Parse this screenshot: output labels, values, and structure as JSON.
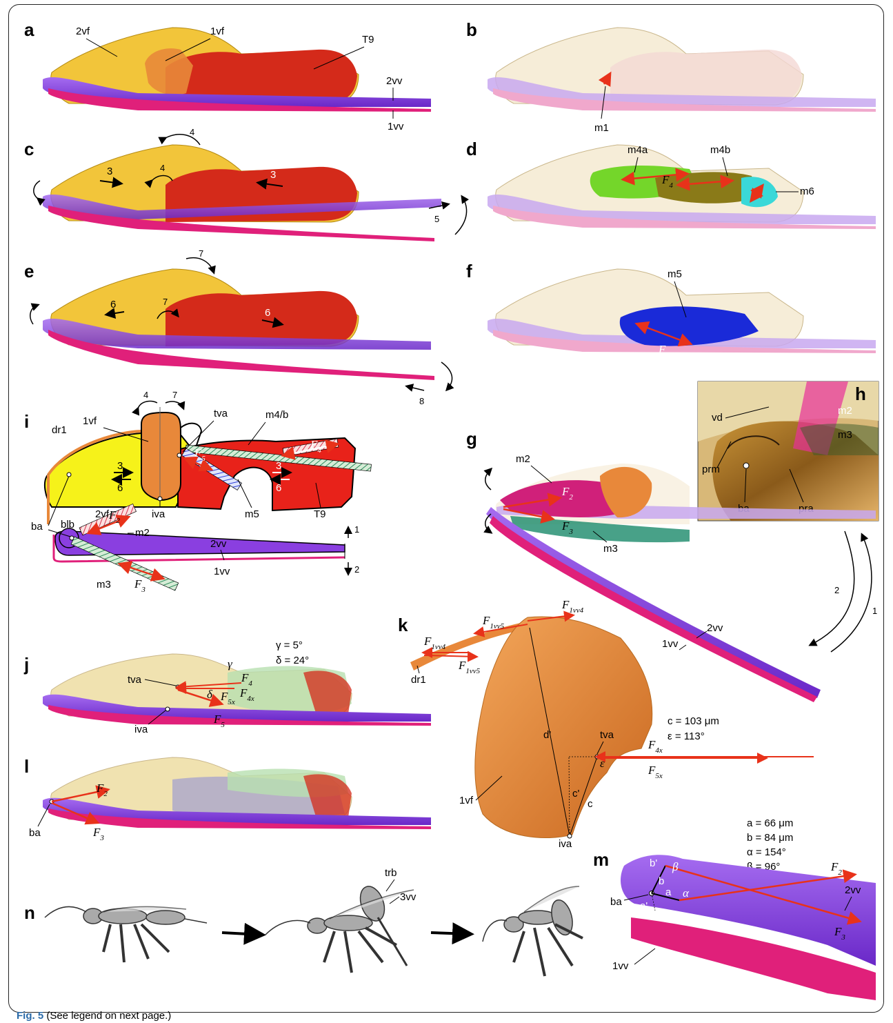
{
  "colors": {
    "valvifer2": "#f2c53a",
    "valvifer1": "#e8883a",
    "tergite9": "#d42a1a",
    "valvula2": "#8a3fe0",
    "valvula1": "#e0207a",
    "muscle_m4a": "#74d62a",
    "muscle_m4b": "#8a7a18",
    "muscle_m6": "#3ad8d8",
    "muscle_m5": "#1a2ad8",
    "muscle_m2": "#d0207a",
    "muscle_m3": "#1a8a6a",
    "force_arrow": "#e8321a"
  },
  "panels": {
    "a": {
      "letter": "a",
      "labels": [
        "2vf",
        "1vf",
        "T9",
        "2vv",
        "1vv"
      ]
    },
    "b": {
      "letter": "b",
      "labels": [
        "m1"
      ]
    },
    "c": {
      "letter": "c",
      "labels": [
        "4",
        "3",
        "4",
        "3",
        "5"
      ]
    },
    "d": {
      "letter": "d",
      "labels": [
        "m4a",
        "m4b",
        "m6"
      ]
    },
    "e": {
      "letter": "e",
      "labels": [
        "7",
        "6",
        "7",
        "6",
        "8"
      ]
    },
    "f": {
      "letter": "f",
      "labels": [
        "m5"
      ]
    },
    "g": {
      "letter": "g",
      "labels": [
        "m2",
        "m3",
        "2vv",
        "1vv",
        "2",
        "1"
      ]
    },
    "h": {
      "letter": "h",
      "labels": [
        "vd",
        "m2",
        "m3",
        "prm",
        "ba",
        "pra"
      ]
    },
    "i": {
      "letter": "i",
      "labels": [
        "dr1",
        "1vf",
        "tva",
        "m4/b",
        "2vf",
        "iva",
        "m5",
        "T9",
        "ba",
        "blb",
        "m2",
        "2vv",
        "1vv",
        "m3",
        "4",
        "7",
        "3",
        "6",
        "3",
        "6",
        "1",
        "2"
      ]
    },
    "j": {
      "letter": "j",
      "labels": [
        "tva",
        "iva"
      ],
      "gamma": "γ =   5°",
      "delta": "δ = 24°"
    },
    "k": {
      "letter": "k",
      "labels": [
        "dr1",
        "d'",
        "1vf",
        "tva",
        "iva",
        "c'",
        "c"
      ],
      "c_value": "c = 103 μm",
      "epsilon": "ε = 113°"
    },
    "l": {
      "letter": "l",
      "labels": [
        "ba"
      ]
    },
    "m": {
      "letter": "m",
      "labels": [
        "ba",
        "2vv",
        "1vv",
        "b'",
        "b",
        "a",
        "a'"
      ],
      "a_value": "a =   66 μm",
      "b_value": "b =   84 μm",
      "alpha": "α = 154°",
      "beta": "β =   96°"
    },
    "n": {
      "letter": "n",
      "labels": [
        "trb",
        "3vv"
      ]
    }
  },
  "caption": {
    "bold": "Fig. 5",
    "text": " (See legend on next page.)"
  }
}
